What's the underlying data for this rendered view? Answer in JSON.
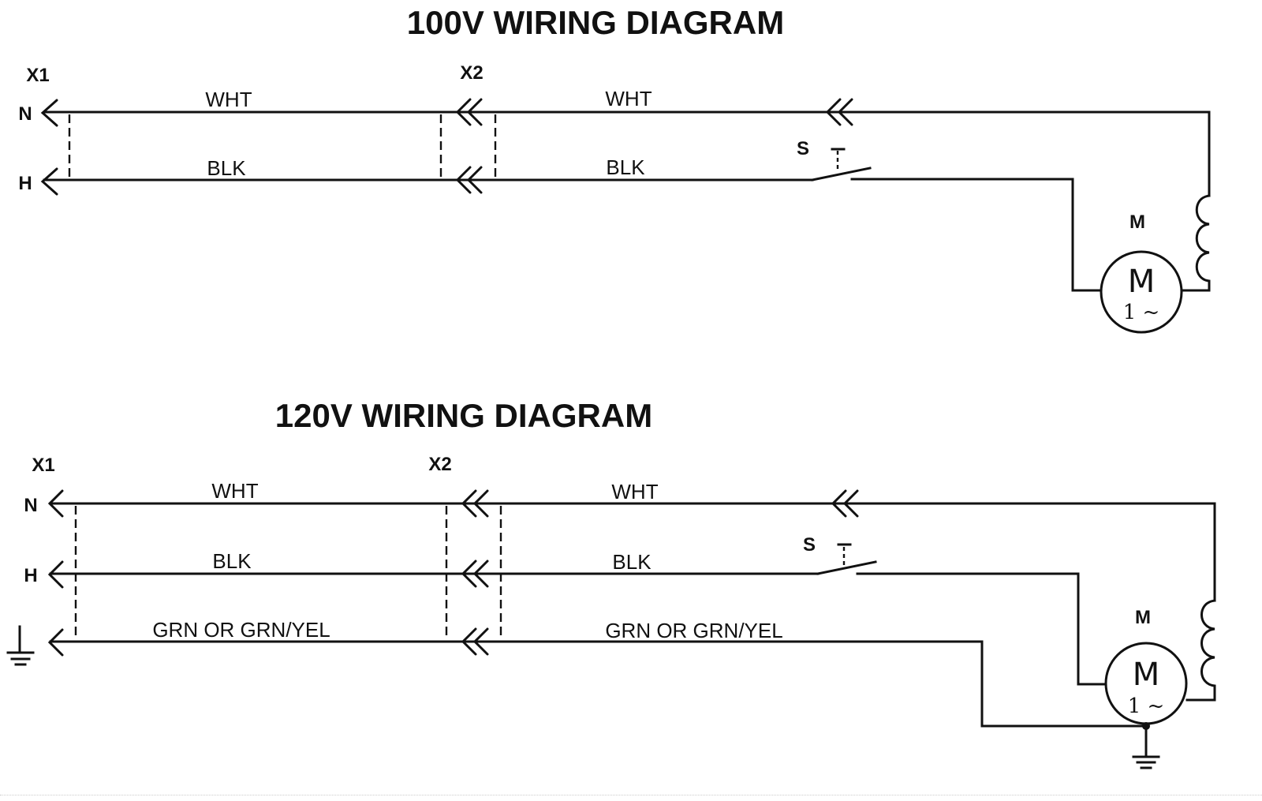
{
  "diagrams": [
    {
      "title": "100V WIRING DIAGRAM",
      "plug_label": "X1",
      "connector_label": "X2",
      "terminals": [
        "N",
        "H"
      ],
      "wires": [
        {
          "terminal": "N",
          "color_label_left": "WHT",
          "color_label_right": "WHT"
        },
        {
          "terminal": "H",
          "color_label_left": "BLK",
          "color_label_right": "BLK"
        }
      ],
      "switch_label": "S",
      "motor_label": "M",
      "motor_symbol": "M",
      "motor_phase": "1 ~",
      "has_ground": false
    },
    {
      "title": "120V WIRING DIAGRAM",
      "plug_label": "X1",
      "connector_label": "X2",
      "terminals": [
        "N",
        "H",
        "ground"
      ],
      "wires": [
        {
          "terminal": "N",
          "color_label_left": "WHT",
          "color_label_right": "WHT"
        },
        {
          "terminal": "H",
          "color_label_left": "BLK",
          "color_label_right": "BLK"
        },
        {
          "terminal": "ground",
          "color_label_left": "GRN OR GRN/YEL",
          "color_label_right": "GRN OR GRN/YEL"
        }
      ],
      "switch_label": "S",
      "motor_label": "M",
      "motor_symbol": "M",
      "motor_phase": "1 ~",
      "has_ground": true
    }
  ]
}
